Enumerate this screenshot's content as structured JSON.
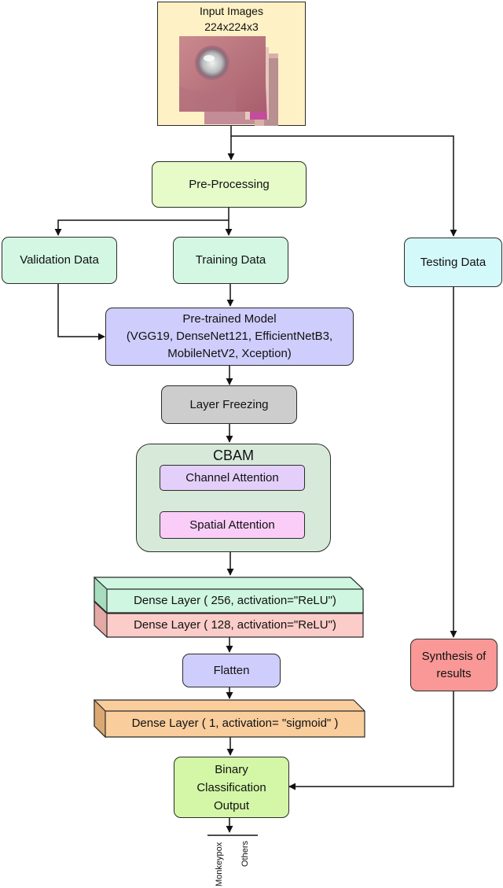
{
  "input": {
    "title": "Input Images",
    "size": "224x224x3"
  },
  "nodes": {
    "preprocessing": "Pre-Processing",
    "validation": "Validation Data",
    "training": "Training Data",
    "testing": "Testing Data",
    "pretrained": [
      "Pre-trained Model",
      "(VGG19, DenseNet121, EfficientNetB3,",
      "MobileNetV2, Xception)"
    ],
    "layer_freezing": "Layer Freezing",
    "cbam": "CBAM",
    "channel_attention": "Channel Attention",
    "spatial_attention": "Spatial Attention",
    "dense_256": "Dense Layer ( 256, activation=\"ReLU\")",
    "dense_128": "Dense Layer ( 128, activation=\"ReLU\")",
    "flatten": "Flatten",
    "dense_1": "Dense Layer ( 1, activation= \"sigmoid\" )",
    "synthesis": [
      "Synthesis of",
      "results"
    ],
    "binary_output": [
      "Binary",
      "Classification",
      "Output"
    ]
  },
  "outputs": [
    "Monkeypox",
    "Others"
  ],
  "colors": {
    "input": "#fdf1c5",
    "preprocessing": "#e6fbc8",
    "data": "#d3f7e3",
    "testing": "#d4f9fb",
    "pretrained": "#cfcdfb",
    "freezing": "#cdcdcd",
    "cbam": "#d7ead9",
    "channel": "#e3cff9",
    "spatial": "#f9cdf8",
    "dense256": "#cff6e0",
    "dense128": "#fbccc8",
    "flatten": "#cfcdfb",
    "dense1": "#f9cd9c",
    "synthesis": "#f99896",
    "binary": "#d3f7a6"
  }
}
